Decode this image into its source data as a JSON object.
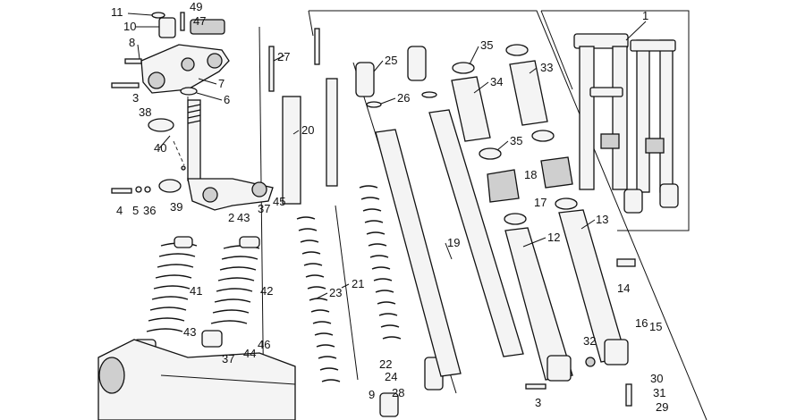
{
  "diagram": {
    "callouts": [
      "1",
      "2",
      "3",
      "3",
      "4",
      "5",
      "6",
      "7",
      "8",
      "9",
      "10",
      "11",
      "12",
      "13",
      "14",
      "15",
      "16",
      "17",
      "18",
      "19",
      "20",
      "21",
      "22",
      "23",
      "24",
      "25",
      "26",
      "27",
      "28",
      "29",
      "30",
      "31",
      "32",
      "33",
      "34",
      "35",
      "35",
      "36",
      "37",
      "37",
      "38",
      "39",
      "40",
      "41",
      "42",
      "43",
      "43",
      "44",
      "45",
      "46",
      "47",
      "49"
    ]
  }
}
